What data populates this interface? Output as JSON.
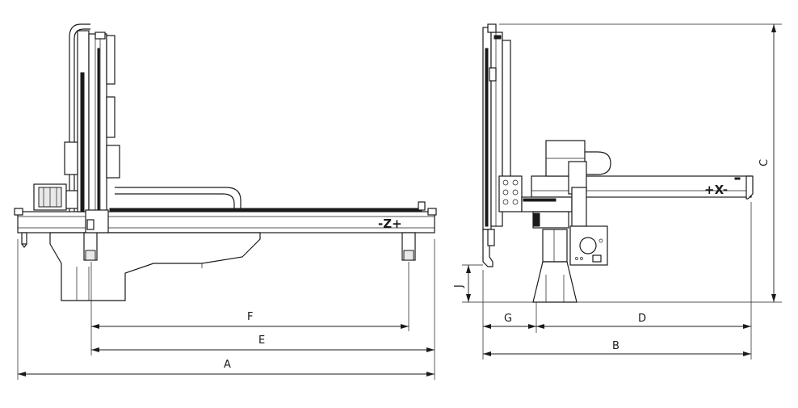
{
  "axis_labels": {
    "z": "-Z+",
    "x": "+X-"
  },
  "dimensions": {
    "A": "A",
    "B": "B",
    "C": "C",
    "D": "D",
    "E": "E",
    "F": "F",
    "G": "G",
    "J": "J"
  }
}
